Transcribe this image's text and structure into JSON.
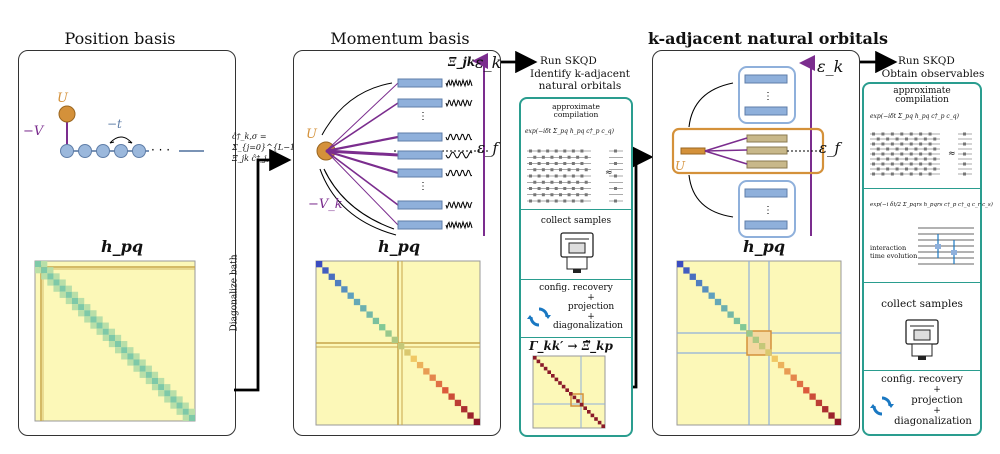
{
  "panels": {
    "position": {
      "title": "Position basis",
      "impurity_label": "U",
      "hyb_label": "−V",
      "hop_label": "−t",
      "matrix_label": "h_pq"
    },
    "momentum": {
      "title": "Momentum basis",
      "impurity_label": "U",
      "hyb_label": "−V_k",
      "xi_label": "Ξ_jk",
      "ek_label": "ε_k",
      "ef_label": "ε_f",
      "matrix_label": "h_pq"
    },
    "natural": {
      "title": "k-adjacent natural orbitals",
      "impurity_label": "U",
      "ek_label": "ε_k",
      "ef_label": "ε_f",
      "matrix_label": "h_pq"
    }
  },
  "transform": {
    "equation": "ĉ†_k,σ = Σ_{j=0}^{L−1} Ξ_jk ĉ†_j,σ",
    "arrow_label": "Diagonalize bath"
  },
  "workflow1": {
    "arrow_label": "Run SKQD",
    "heading_line1": "Identify k-adjacent",
    "heading_line2": "natural orbitals",
    "compile_line1": "approximate",
    "compile_line2": "compilation",
    "compile_formula": "exp(−iδt Σ_pq h_pq c†_p c_q)",
    "samples_label": "collect samples",
    "recovery_line1": "config. recovery",
    "recovery_line2": "+",
    "recovery_line3": "projection",
    "recovery_line4": "+",
    "recovery_line5": "diagonalization",
    "gamma_label": "Γ_kk′ → Ξ̃_kp"
  },
  "workflow2": {
    "arrow_label": "Run SKQD",
    "heading": "Obtain observables",
    "compile_line1": "approximate",
    "compile_line2": "compilation",
    "compile_formula": "exp(−iδt Σ_pq h_pq c†_p c_q)",
    "interaction_formula": "exp(−i δt/2 Σ_pqrs h_pqrs c†_p c†_q c_r c_s)",
    "interaction_line1": "interaction",
    "interaction_line2": "time evolution",
    "samples_label": "collect samples",
    "recovery_line1": "config. recovery",
    "recovery_line2": "+",
    "recovery_line3": "projection",
    "recovery_line4": "+",
    "recovery_line5": "diagonalization"
  },
  "approx_symbol": "≈",
  "colors": {
    "teal": "#2a9d8f",
    "purple": "#7b2d8e",
    "orange": "#d4913a",
    "chain_blue": "#9bb8dc",
    "level_blue": "#8fb0db",
    "matrix_bg": "#fcf8b8",
    "matrix_border": "#c7a64a"
  }
}
